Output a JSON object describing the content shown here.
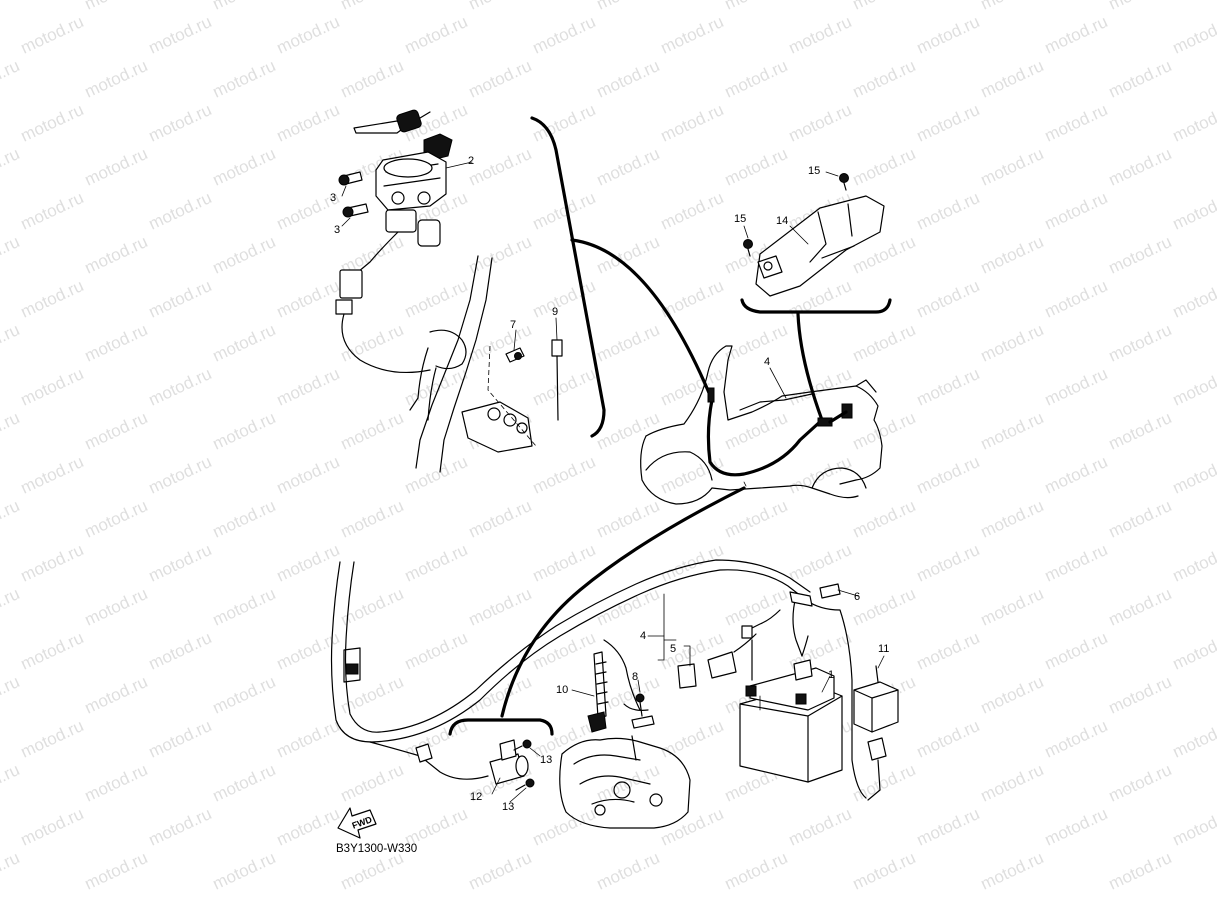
{
  "watermark": "motod.ru",
  "diagram_code": "B3Y1300-W330",
  "fwd_label": "FWD",
  "callouts": {
    "c1": "1",
    "c2": "2",
    "c3a": "3",
    "c3b": "3",
    "c4a": "4",
    "c4b": "4",
    "c5": "5",
    "c6": "6",
    "c7": "7",
    "c8": "8",
    "c9": "9",
    "c10": "10",
    "c11": "11",
    "c12": "12",
    "c13a": "13",
    "c13b": "13",
    "c14": "14",
    "c15a": "15",
    "c15b": "15"
  }
}
